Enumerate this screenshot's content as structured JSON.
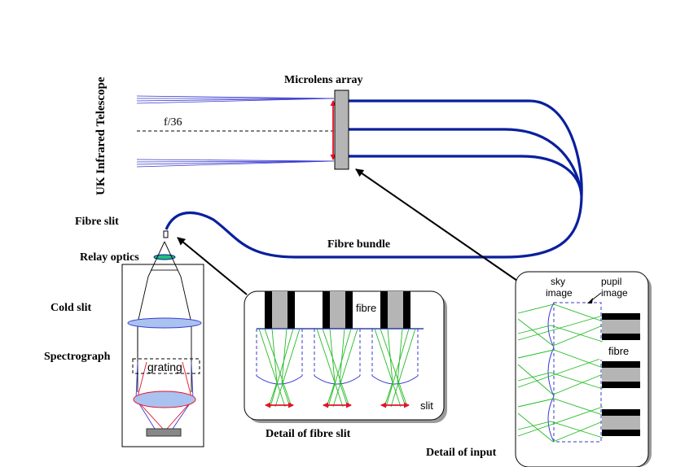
{
  "labels": {
    "telescope": "UK Infrared Telescope",
    "focal_ratio": "f/36",
    "microlens_array": "Microlens array",
    "fibre_slit": "Fibre slit",
    "relay_optics": "Relay optics",
    "cold_slit": "Cold slit",
    "spectrograph": "Spectrograph",
    "grating": "grating",
    "fibre_bundle": "Fibre bundle",
    "detail_fibre_slit_caption": "Detail of fibre slit",
    "detail_fibre_slit_fibre": "fibre",
    "detail_fibre_slit_slit": "slit",
    "detail_input_caption": "Detail of input",
    "detail_input_sky_line1": "sky",
    "detail_input_sky_line2": "image",
    "detail_input_pupil_line1": "pupil",
    "detail_input_pupil_line2": "image",
    "detail_input_fibre": "fibre"
  },
  "colors": {
    "fibre_blue": "#0a1f9e",
    "ray_blue": "#3a3ad0",
    "ray_green": "#22bb22",
    "arrow_red": "#e8102a",
    "lens_blue": "#a9c2ef",
    "relay_green": "#1fbf7a",
    "grey": "#b5b5b5",
    "dark_grey": "#777777"
  }
}
